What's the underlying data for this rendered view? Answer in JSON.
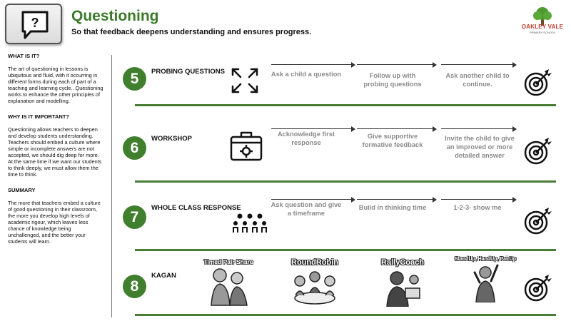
{
  "header": {
    "title": "Questioning",
    "subtitle": "So that feedback deepens understanding and ensures progress.",
    "school_name": "OAKLEY VALE",
    "school_sub": "PRIMARY SCHOOL"
  },
  "sidebar": {
    "what_heading": "WHAT IS IT?",
    "what_text": "The art of questioning in lessons is ubiquitous and fluid, with it occurring in different forms during each of part of a teaching and learning cycle.. Questioning works to enhance the other principles of explanation and modelling.",
    "why_heading": "WHY IS IT IMPORTANT?",
    "why_text": "Questioning allows teachers to deepen and develop students understanding. Teachers should embed a culture where simple or incomplete answers are not accepted, we should dig deep for more. At the same time if we want our students to think deeply, we must allow them the time to think.",
    "summary_heading": "SUMMARY",
    "summary_text": "The more that teachers embed a culture of good questioning in their classroom, the more you develop high levels of academic rigour, which leaves less chance of knowledge being unchallenged, and the better your students will learn."
  },
  "rows": [
    {
      "number": "5",
      "label": "PROBING QUESTIONS",
      "icon": "expand-arrows-icon",
      "steps": [
        "Ask a child a question",
        "Follow up with probing questions",
        "Ask another child to continue."
      ]
    },
    {
      "number": "6",
      "label": "WORKSHOP",
      "icon": "toolbox-icon",
      "steps": [
        "Acknowledge first response",
        "Give supportive formative feedback",
        "Invite the child to give an improved or more detailed answer"
      ]
    },
    {
      "number": "7",
      "label": "WHOLE CLASS RESPONSE",
      "icon": "group-icon",
      "steps": [
        "Ask question and give a timeframe",
        "Build in thinking time",
        "1-2-3- show me"
      ]
    },
    {
      "number": "8",
      "label": "KAGAN",
      "icon": "",
      "kagan": [
        "Timed Pair Share",
        "RoundRobin",
        "RallyCoach",
        "StandUp, HandUp, PairUp"
      ]
    }
  ],
  "colors": {
    "accent_green": "#3f7f2d",
    "step_grey": "#8a8a8a"
  }
}
